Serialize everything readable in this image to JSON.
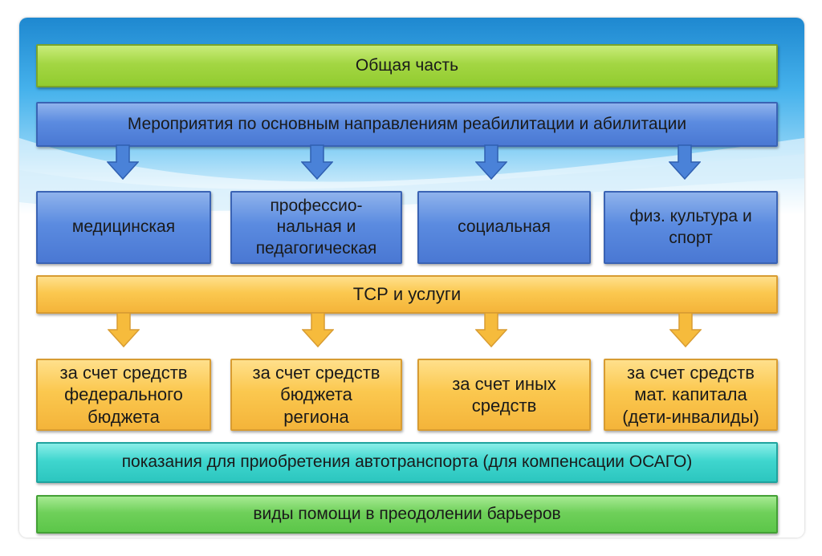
{
  "diagram": {
    "top_box": "Общая часть",
    "measures_box": "Мероприятия по основным направлениям реабилитации и абилитации",
    "directions": [
      "медицинская",
      "профессио-\nнальная и\nпедагогическая",
      "социальная",
      "физ. культура и\nспорт"
    ],
    "tsr_box": "ТСР и услуги",
    "funding": [
      "за счет средств\nфедерального\nбюджета",
      "за счет средств\nбюджета\nрегиона",
      "за счет иных\nсредств",
      "за счет средств\nмат. капитала\n(дети-инвалиды)"
    ],
    "vehicle_box": "показания для приобретения автотранспорта (для компенсации ОСАГО)",
    "barriers_box": "виды помощи в преодолении барьеров"
  },
  "colors": {
    "green": "#9fd43f",
    "blue": "#5b8be0",
    "orange": "#fbc84f",
    "teal": "#3fd6ce",
    "green2": "#6fd05a",
    "arrow_blue": "#4a82d8",
    "arrow_orange": "#f6bb3c"
  }
}
